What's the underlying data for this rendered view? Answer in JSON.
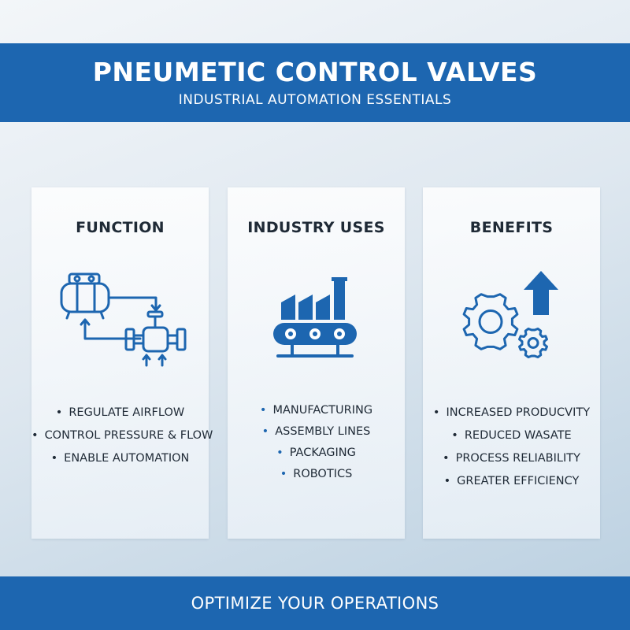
{
  "header": {
    "title": "PNEUMETIC CONTROL VALVES",
    "subtitle": "INDUSTRIAL AUTOMATION ESSENTIALS"
  },
  "cards": [
    {
      "title": "FUNCTION",
      "icon": "compressor-valve-icon",
      "items": [
        "REGULATE AIRFLOW",
        "CONTROL PRESSURE & FLOW",
        "ENABLE AUTOMATION"
      ]
    },
    {
      "title": "INDUSTRY USES",
      "icon": "factory-conveyor-icon",
      "items": [
        "MANUFACTURING",
        "ASSEMBLY LINES",
        "PACKAGING",
        "ROBOTICS"
      ]
    },
    {
      "title": "BENEFITS",
      "icon": "gears-arrow-up-icon",
      "items": [
        "INCREASED PRODUCVITY",
        "REDUCED WASATE",
        "PROCESS RELIABILITY",
        "GREATER EFFICIENCY"
      ]
    }
  ],
  "footer": {
    "text": "OPTIMIZE YOUR OPERATIONS"
  },
  "colors": {
    "brand_blue": "#1d66b0",
    "text_dark": "#1f2a36"
  }
}
